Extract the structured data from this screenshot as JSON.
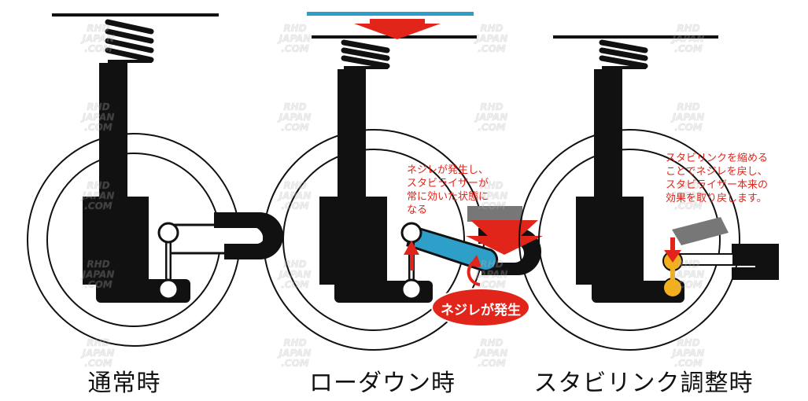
{
  "panels": [
    {
      "caption": "通常時"
    },
    {
      "caption": "ローダウン時"
    },
    {
      "caption": "スタビリンク調整時"
    }
  ],
  "notes": {
    "lowdown": "ネジレが発生し、\nスタビライザーが\n常に効いた状態に\nなる",
    "adjust": "スタビリンクを縮める\nことでネジレを戻し、\nスタビライザー本来の\n効果を取り戻します。"
  },
  "badge": "ネジレが発生",
  "watermark": [
    "RHD",
    "JAPAN",
    ".COM"
  ],
  "colors": {
    "line": "#111111",
    "accent_red": "#e1251b",
    "bar_blue": "#2e9fc9",
    "ball_yellow": "#f2b01e",
    "gray": "#777777"
  },
  "icons": [
    "down-arrow-icon",
    "up-arrow-icon",
    "curved-arrow-icon",
    "down-small-arrow-icon"
  ]
}
